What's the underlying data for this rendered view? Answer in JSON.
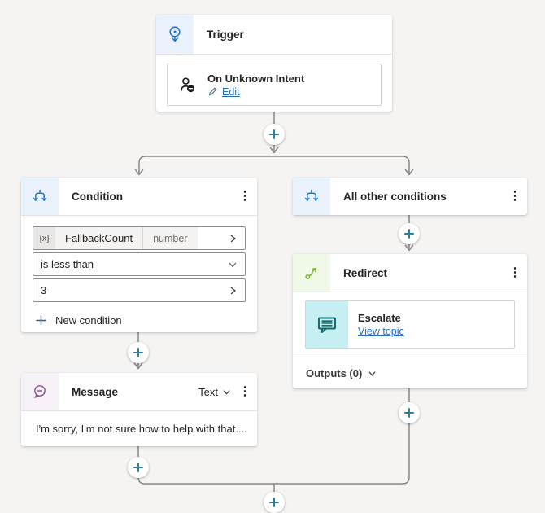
{
  "colors": {
    "canvas_bg": "#f5f4f2",
    "connector": "#898887",
    "plus": "#2a7e9e",
    "link": "#2170c4",
    "blue_icon": "#2477d6",
    "blue_icon_bg": "#e9f2fc",
    "green_icon": "#76b82a",
    "green_icon_bg": "#f0f8e8",
    "purple_icon": "#8b4a8f",
    "purple_icon_bg": "#f7f2f8",
    "teal_icon": "#116d6e",
    "teal_icon_bg": "#c5eff2"
  },
  "icons": {
    "trigger": "trigger-target-down-arrow-icon",
    "condition": "branch-icon",
    "all_other_conditions": "branch-icon",
    "redirect": "go-to-arrow-icon",
    "message": "speech-bubble-icon",
    "unknown_intent": "person-chat-icon",
    "escalate": "topic-message-icon",
    "edit": "pencil-icon",
    "menu": "vertical-ellipsis-icon",
    "add": "plus-icon"
  },
  "trigger": {
    "title": "Trigger",
    "child": {
      "title": "On Unknown Intent",
      "edit_label": "Edit"
    }
  },
  "condition": {
    "title": "Condition",
    "menu": "⋮",
    "variable_chip": "{x}",
    "variable_name": "FallbackCount",
    "variable_type": "number",
    "operator": "is less than",
    "value": "3",
    "new_condition_label": "New condition"
  },
  "all_other_conditions": {
    "title": "All other conditions",
    "menu": "⋮"
  },
  "redirect": {
    "title": "Redirect",
    "menu": "⋮",
    "child": {
      "title": "Escalate",
      "link_label": "View topic"
    },
    "outputs_label": "Outputs (0)"
  },
  "message": {
    "title": "Message",
    "mode_label": "Text",
    "menu": "⋮",
    "body": "I'm sorry, I'm not sure how to help with that...."
  }
}
